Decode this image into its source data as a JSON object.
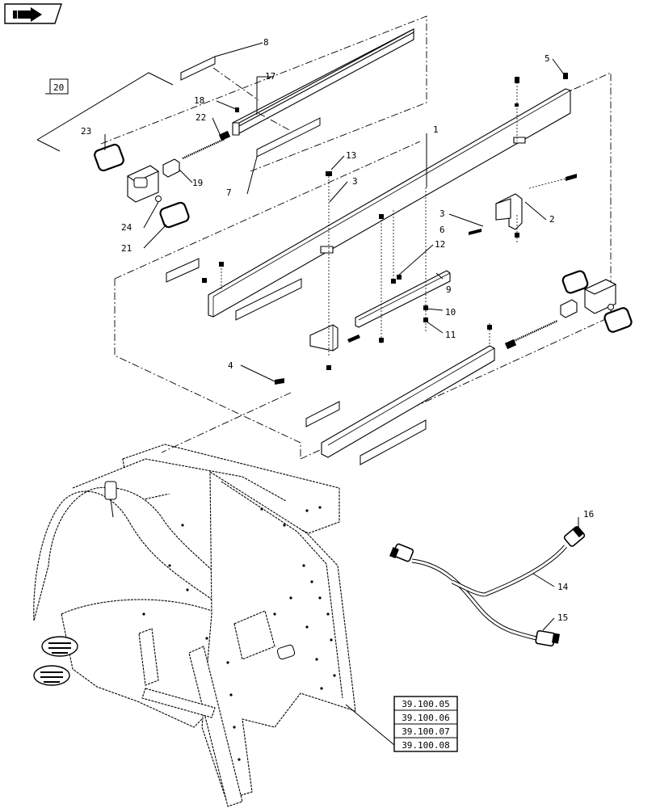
{
  "nav_icon": {
    "name": "back-arrow-icon"
  },
  "callouts": [
    {
      "id": "c1",
      "label": "1"
    },
    {
      "id": "c2",
      "label": "2"
    },
    {
      "id": "c3a",
      "label": "3"
    },
    {
      "id": "c3b",
      "label": "3"
    },
    {
      "id": "c4",
      "label": "4"
    },
    {
      "id": "c5",
      "label": "5"
    },
    {
      "id": "c6",
      "label": "6"
    },
    {
      "id": "c7",
      "label": "7"
    },
    {
      "id": "c8",
      "label": "8"
    },
    {
      "id": "c9",
      "label": "9"
    },
    {
      "id": "c10",
      "label": "10"
    },
    {
      "id": "c11",
      "label": "11"
    },
    {
      "id": "c12",
      "label": "12"
    },
    {
      "id": "c13",
      "label": "13"
    },
    {
      "id": "c14",
      "label": "14"
    },
    {
      "id": "c15",
      "label": "15"
    },
    {
      "id": "c16",
      "label": "16"
    },
    {
      "id": "c17",
      "label": "17"
    },
    {
      "id": "c18",
      "label": "18"
    },
    {
      "id": "c19",
      "label": "19"
    },
    {
      "id": "c20",
      "label": "20"
    },
    {
      "id": "c21",
      "label": "21"
    },
    {
      "id": "c22",
      "label": "22"
    },
    {
      "id": "c23",
      "label": "23"
    },
    {
      "id": "c24",
      "label": "24"
    }
  ],
  "references": [
    "39.100.05",
    "39.100.06",
    "39.100.07",
    "39.100.08"
  ]
}
